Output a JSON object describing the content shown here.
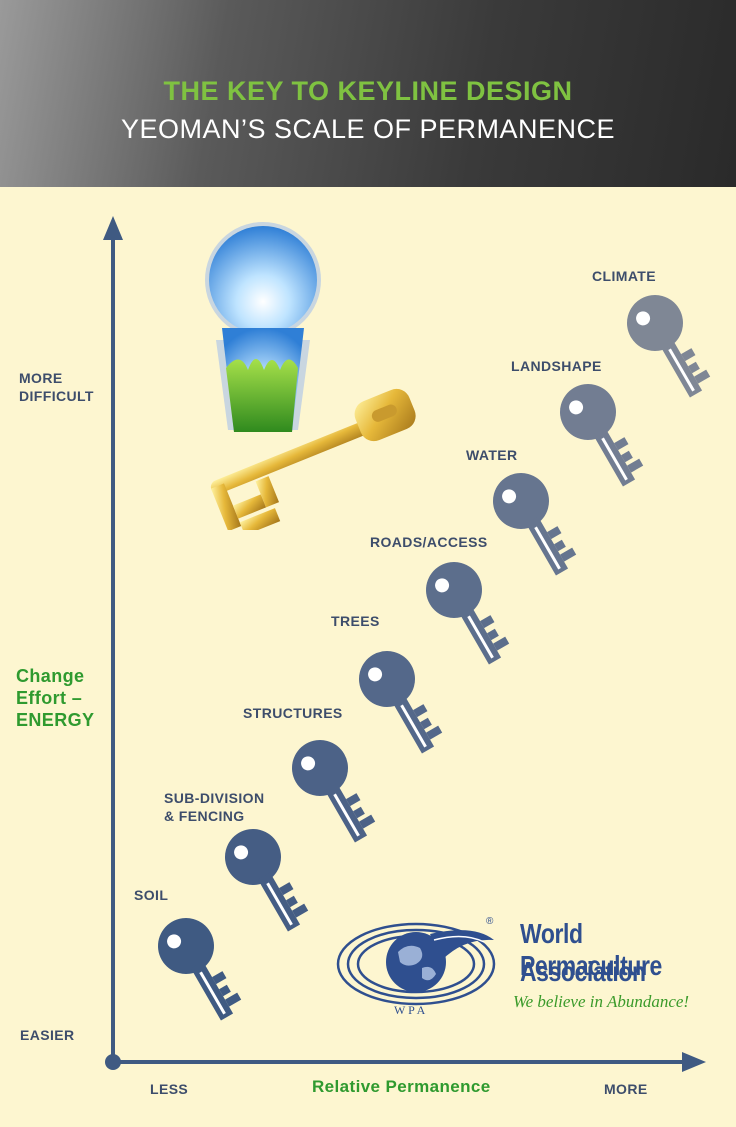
{
  "header": {
    "title": "THE KEY TO KEYLINE DESIGN",
    "subtitle": "YEOMAN’S SCALE OF PERMANENCE"
  },
  "axes": {
    "y_top": "MORE\nDIFFICULT",
    "y_top_line1": "MORE",
    "y_top_line2": "DIFFICULT",
    "y_bottom": "EASIER",
    "y_title_line1": "Change",
    "y_title_line2": "Effort –",
    "y_title_line3": "ENERGY",
    "x_left": "LESS",
    "x_title": "Relative Permanence",
    "x_right": "MORE"
  },
  "keys": [
    {
      "label": "SOIL",
      "color": "#3f5a82"
    },
    {
      "label_line1": "SUB-DIVISION",
      "label_line2": "& FENCING",
      "color": "#455d84"
    },
    {
      "label": "STRUCTURES",
      "color": "#4c6287"
    },
    {
      "label": "TREES",
      "color": "#54688a"
    },
    {
      "label": "ROADS/ACCESS",
      "color": "#5c6e8c"
    },
    {
      "label": "WATER",
      "color": "#66758f"
    },
    {
      "label": "LANDSHAPE",
      "color": "#727d92"
    },
    {
      "label": "CLIMATE",
      "color": "#7f8795"
    }
  ],
  "logo": {
    "name_line1": "World Permaculture",
    "name_line2": "Association",
    "tagline": "We believe in Abundance!",
    "initials": "W P A",
    "registered": "®"
  },
  "colors": {
    "accent_green": "#7fc241",
    "label_blue": "#3d4d6b",
    "axis": "#3f5a82",
    "background": "#fdf6d0"
  }
}
